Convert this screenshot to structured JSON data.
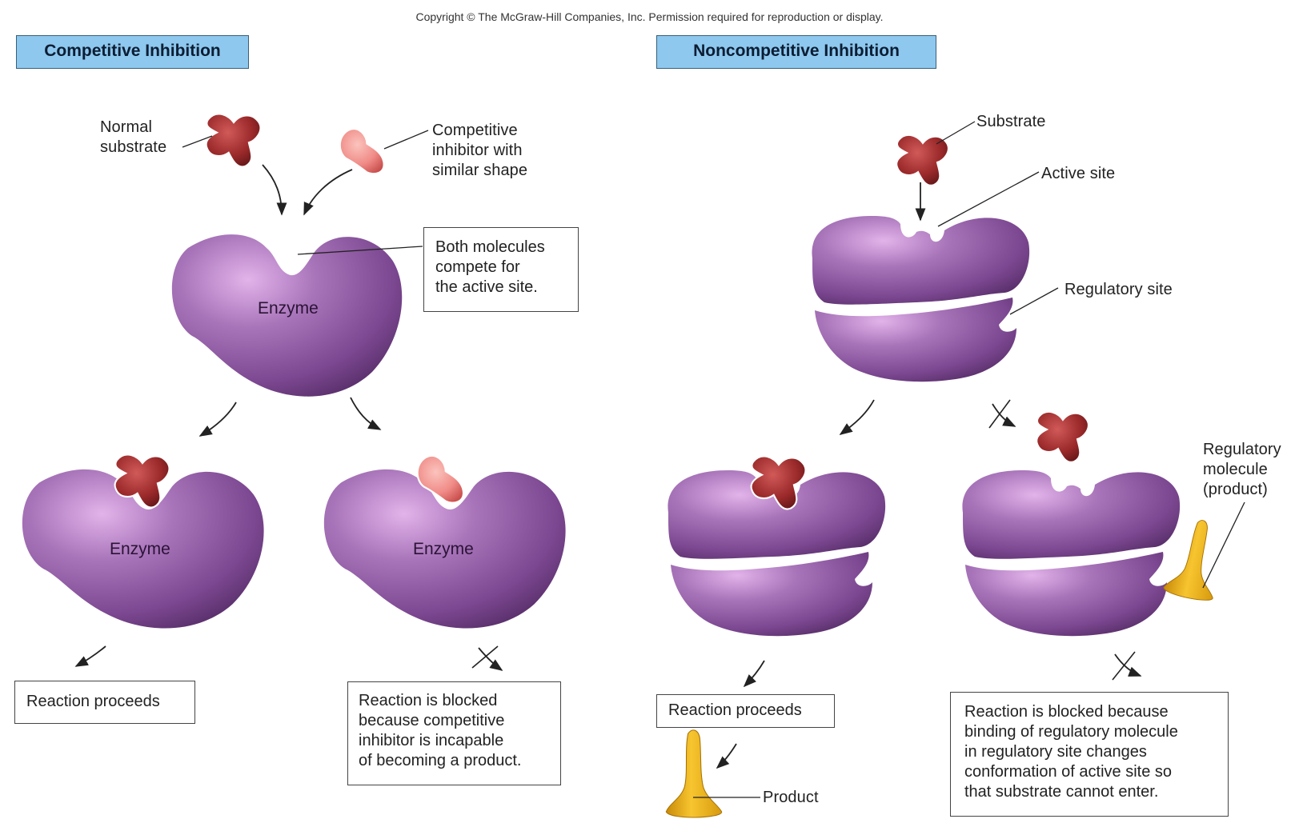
{
  "copyright": "Copyright © The McGraw-Hill Companies, Inc. Permission required for reproduction or display.",
  "competitive": {
    "header": "Competitive Inhibition",
    "normal_substrate": "Normal\nsubstrate",
    "competitive_inhibitor": "Competitive\ninhibitor with\nsimilar shape",
    "compete_note": "Both molecules\ncompete for\nthe active site.",
    "enzyme_label": "Enzyme",
    "reaction_proceeds": "Reaction proceeds",
    "reaction_blocked": "Reaction is blocked\nbecause competitive\ninhibitor is incapable\nof becoming a product."
  },
  "noncompetitive": {
    "header": "Noncompetitive Inhibition",
    "substrate": "Substrate",
    "active_site": "Active site",
    "regulatory_site": "Regulatory site",
    "regulatory_molecule": "Regulatory\nmolecule\n(product)",
    "reaction_proceeds": "Reaction proceeds",
    "product": "Product",
    "reaction_blocked": "Reaction is blocked because\nbinding of regulatory molecule\nin regulatory site changes\nconformation of active site so\nthat substrate cannot enter."
  },
  "colors": {
    "enzyme": "#7e4a93",
    "enzyme_highlight": "#d6a2df",
    "substrate": "#9e2b2b",
    "inhibitor": "#f0908c",
    "product": "#f2b720",
    "header_bg": "#8ec8ee"
  }
}
